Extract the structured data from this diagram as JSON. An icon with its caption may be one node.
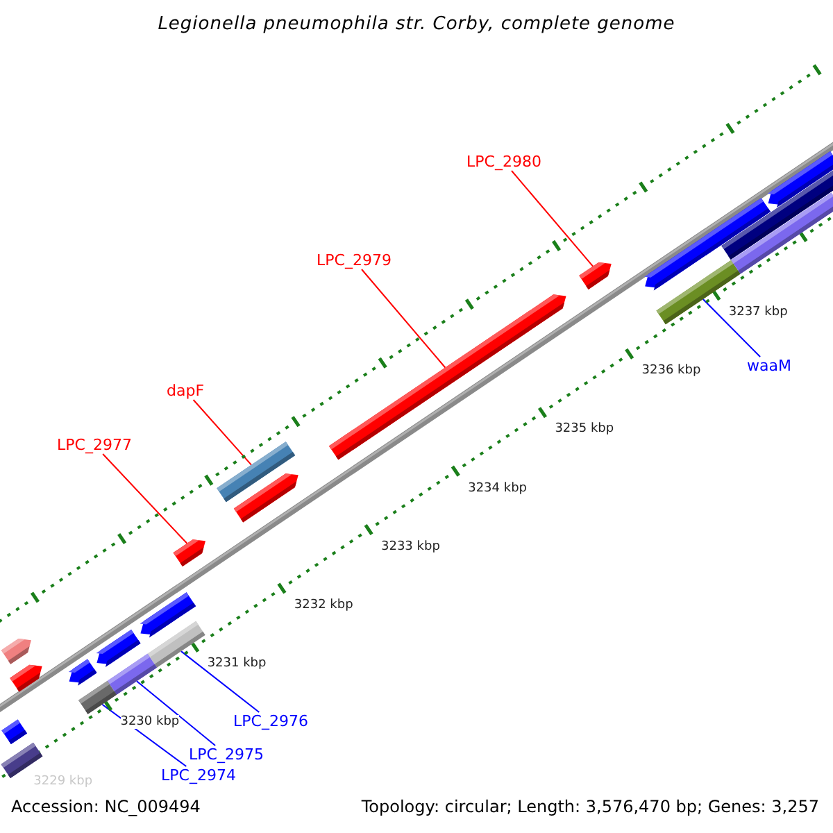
{
  "diagram": {
    "title": "Legionella pneumophila str. Corby, complete genome",
    "nodes": [
      {
        "text": [
          "LPC_2980"
        ]
      },
      {
        "text": [],
        "shape": "arrow"
      },
      {
        "text": [
          "LPC_2979"
        ]
      },
      {
        "text": [],
        "shape": "arrow"
      },
      {
        "text": [
          "dapF"
        ]
      },
      {
        "text": [],
        "shape": "bar"
      },
      {
        "text": [
          "LPC_2977"
        ]
      },
      {
        "text": [],
        "shape": "arrow"
      },
      {
        "text": [
          "waaM"
        ]
      },
      {
        "text": [],
        "shape": "bar"
      },
      {
        "text": [
          "LPC_2976"
        ]
      },
      {
        "text": [],
        "shape": "bar"
      },
      {
        "text": [
          "LPC_2975"
        ]
      },
      {
        "text": [],
        "shape": "bar"
      },
      {
        "text": [
          "LPC_2974"
        ]
      },
      {
        "text": [],
        "shape": "bar"
      },
      {
        "text": [],
        "shape": "bar"
      },
      {
        "text": [],
        "shape": "bar"
      },
      {
        "text": [],
        "shape": "arrow"
      },
      {
        "text": [],
        "shape": "arrow"
      },
      {
        "text": [],
        "shape": "arrow"
      },
      {
        "text": [],
        "shape": "arrow"
      },
      {
        "text": [],
        "shape": "arrow"
      },
      {
        "text": [],
        "shape": "arrow"
      },
      {
        "text": [],
        "shape": "arrow"
      },
      {
        "text": [],
        "shape": "bar"
      },
      {
        "text": [],
        "shape": "bar"
      },
      {
        "text": [],
        "shape": "arrow"
      }
    ],
    "edges": [
      {
        "from": 0,
        "to": 1,
        "arrow": "none",
        "color": "#ff0000"
      },
      {
        "from": 2,
        "to": 3,
        "arrow": "none",
        "color": "#ff0000"
      },
      {
        "from": 4,
        "to": 5,
        "arrow": "none",
        "color": "#ff0000"
      },
      {
        "from": 6,
        "to": 7,
        "arrow": "none",
        "color": "#ff0000"
      },
      {
        "from": 8,
        "to": 9,
        "arrow": "none",
        "color": "#0000ff"
      },
      {
        "from": 10,
        "to": 11,
        "arrow": "none",
        "color": "#0000ff"
      },
      {
        "from": 12,
        "to": 13,
        "arrow": "none",
        "color": "#0000ff"
      },
      {
        "from": 14,
        "to": 15,
        "arrow": "none",
        "color": "#0000ff"
      }
    ],
    "labels": [
      "3229 kbp",
      "3230 kbp",
      "3231 kbp",
      "3232 kbp",
      "3233 kbp",
      "3234 kbp",
      "3235 kbp",
      "3236 kbp",
      "3237 kbp",
      "Accession: NC_009494",
      "Topology: circular; Length: 3,576,470 bp; Genes: 3,257"
    ]
  }
}
